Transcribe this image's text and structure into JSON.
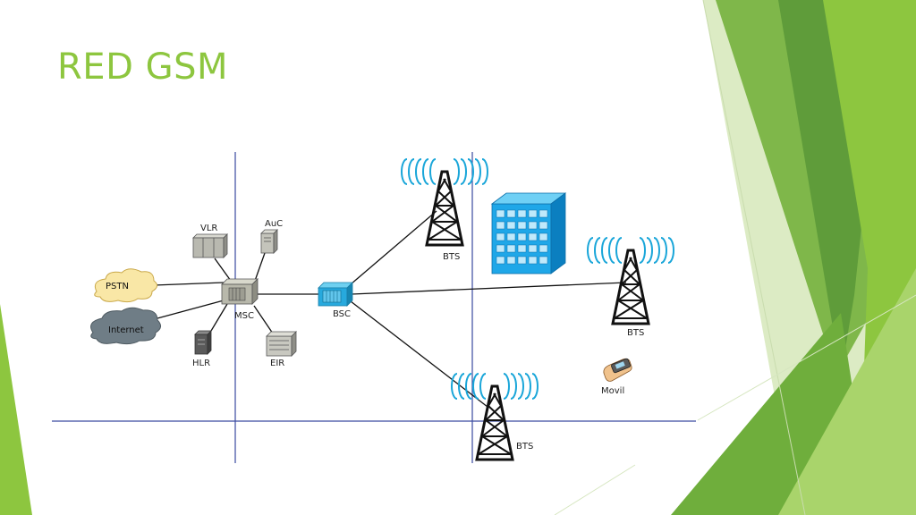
{
  "slide": {
    "title": "RED GSM",
    "accent_color": "#8dc63f"
  },
  "diagram": {
    "nodes": {
      "pstn": "PSTN",
      "internet": "Internet",
      "vlr": "VLR",
      "auc": "AuC",
      "msc": "MSC",
      "hlr": "HLR",
      "eir": "EIR",
      "bsc": "BSC",
      "bts_top": "BTS",
      "bts_right": "BTS",
      "bts_bottom": "BTS",
      "mobile": "Movil"
    },
    "icons": {
      "building": "building-icon",
      "mobile": "mobile-phone-icon",
      "tower": "antenna-tower-icon"
    }
  }
}
